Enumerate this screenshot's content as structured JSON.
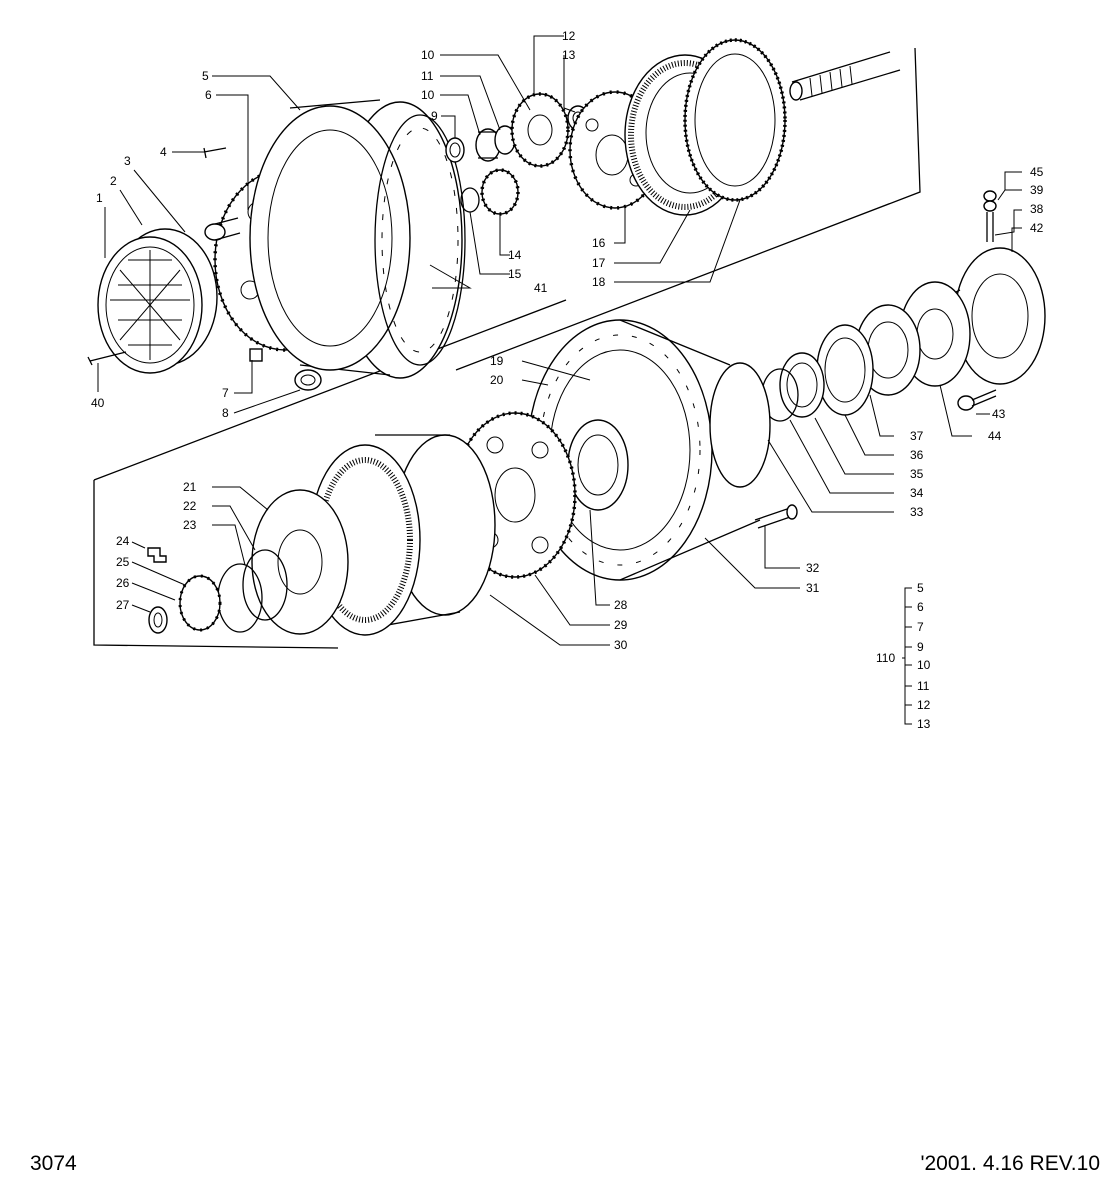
{
  "part_numbers": {
    "p1": "1",
    "p2": "2",
    "p3": "3",
    "p4": "4",
    "p5": "5",
    "p6": "6",
    "p7": "7",
    "p8": "8",
    "p9": "9",
    "p10a": "10",
    "p10b": "10",
    "p11": "11",
    "p12": "12",
    "p13": "13",
    "p14": "14",
    "p15": "15",
    "p16": "16",
    "p17": "17",
    "p18": "18",
    "p19": "19",
    "p20": "20",
    "p21": "21",
    "p22": "22",
    "p23": "23",
    "p24": "24",
    "p25": "25",
    "p26": "26",
    "p27": "27",
    "p28": "28",
    "p29": "29",
    "p30": "30",
    "p31": "31",
    "p32": "32",
    "p33": "33",
    "p34": "34",
    "p35": "35",
    "p36": "36",
    "p37": "37",
    "p38": "38",
    "p39": "39",
    "p40": "40",
    "p41": "41",
    "p42": "42",
    "p43": "43",
    "p44": "44",
    "p45": "45"
  },
  "kit_bracket": {
    "kit_number": "110",
    "items": [
      "5",
      "6",
      "7",
      "9",
      "10",
      "11",
      "12",
      "13"
    ]
  },
  "footer": {
    "page_number": "3074",
    "revision": "'2001. 4.16  REV.10"
  }
}
